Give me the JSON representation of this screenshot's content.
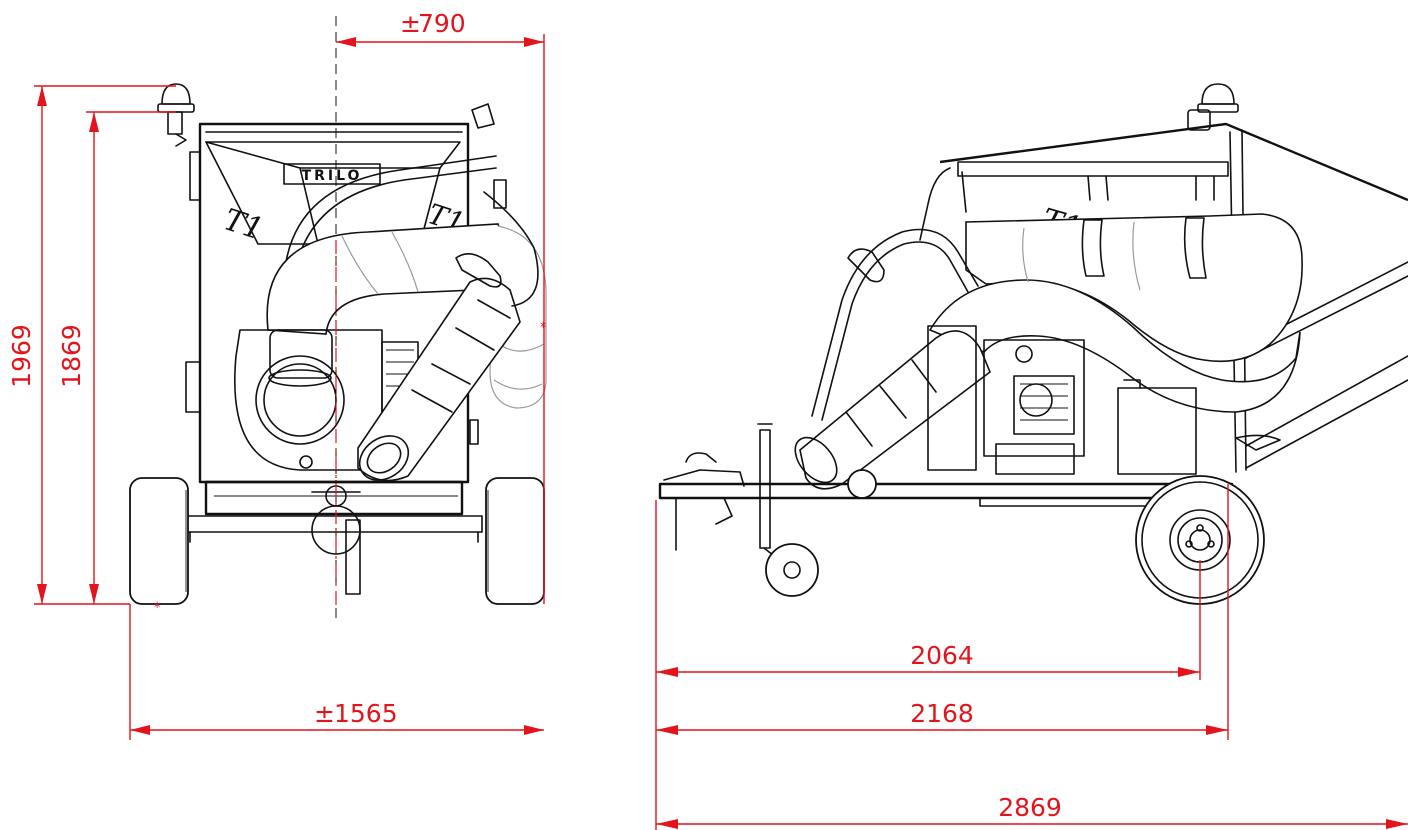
{
  "drawing": {
    "front_view": {
      "half_width_label": "790",
      "half_width_prefix": "±",
      "overall_width_label": "1565",
      "overall_width_prefix": "±",
      "total_height_label": "1969",
      "body_height_label": "1869",
      "logo_text": "TRILO",
      "hood_mark": "T1"
    },
    "side_view": {
      "length_to_axle_label": "2064",
      "length_to_wheel_label": "2168",
      "overall_length_label": "2869",
      "hood_mark": "T1"
    },
    "colors": {
      "dimension": "#e3141b",
      "outline": "#111111",
      "hidden": "#9a9a9a"
    }
  }
}
